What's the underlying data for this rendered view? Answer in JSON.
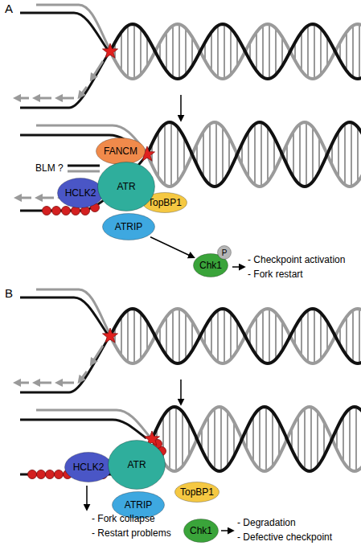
{
  "diagram": {
    "nodes": [
      {
        "text": [
          "FANCM"
        ]
      },
      {
        "text": [
          "HCLK2"
        ]
      },
      {
        "text": [
          "ATR"
        ]
      },
      {
        "text": [
          "TopBP1"
        ]
      },
      {
        "text": [
          "ATRIP"
        ]
      },
      {
        "text": [
          "Chk1"
        ]
      },
      {
        "text": [
          "P"
        ],
        "in": 5
      },
      {
        "text": [
          "HCLK2"
        ]
      },
      {
        "text": [
          "ATR"
        ]
      },
      {
        "text": [
          "ATRIP"
        ]
      },
      {
        "text": [
          "TopBP1"
        ]
      },
      {
        "text": [
          "Chk1"
        ]
      }
    ],
    "edges": [
      {
        "from": 4,
        "to": 5,
        "arrow": "to"
      }
    ],
    "labels": [
      "A",
      "BLM ?",
      "- Checkpoint activation",
      "- Fork restart",
      "B",
      "- Fork collapse",
      "- Restart problems",
      "- Degradation",
      "- Defective checkpoint"
    ]
  }
}
